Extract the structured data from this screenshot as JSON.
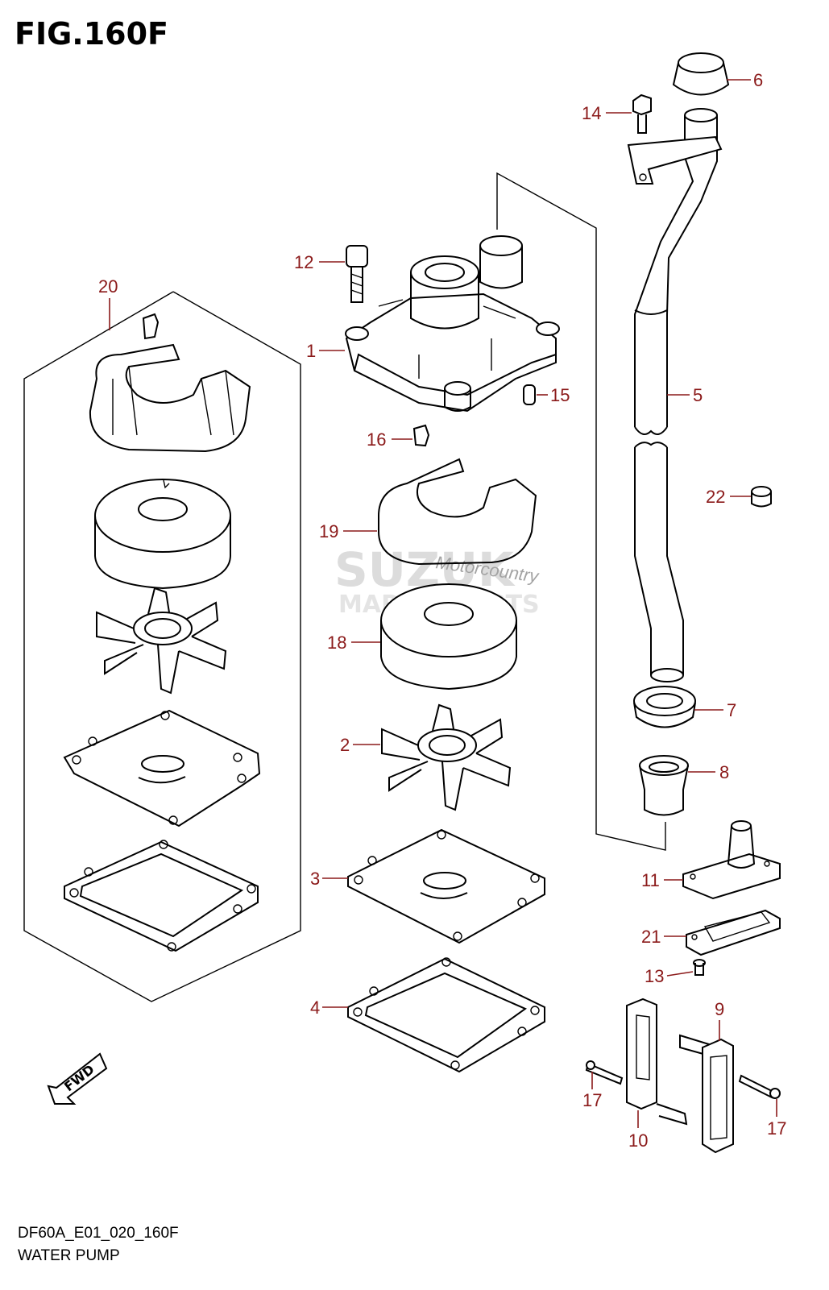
{
  "figure": {
    "title": "FIG.160F",
    "model_code": "DF60A_E01_020_160F",
    "name": "WATER PUMP"
  },
  "callouts": [
    "1",
    "2",
    "3",
    "4",
    "5",
    "6",
    "7",
    "8",
    "9",
    "10",
    "11",
    "12",
    "13",
    "14",
    "15",
    "16",
    "17",
    "17",
    "18",
    "19",
    "20",
    "21",
    "22"
  ],
  "fwd_label": "FWD",
  "watermark": {
    "line1": "SUZUK",
    "line2": "MARINE PARTS",
    "script": "Motorcountry"
  },
  "colors": {
    "callout": "#8b1a1a",
    "line": "#000000",
    "watermark": "#d9d9d9"
  }
}
